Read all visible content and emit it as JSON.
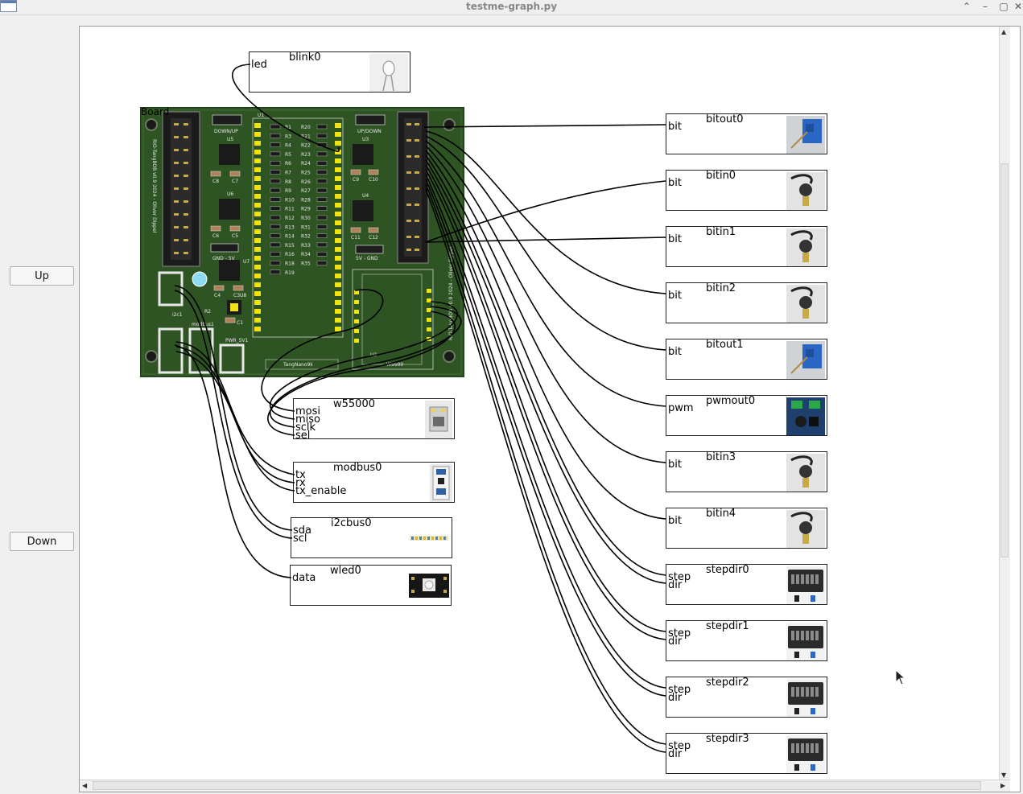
{
  "window": {
    "title": "testme-graph.py",
    "minimize_icon": "minimize-icon",
    "maximize_icon": "maximize-icon",
    "collapse_icon": "chevron-up-icon"
  },
  "side_buttons": {
    "up": "Up",
    "down": "Down"
  },
  "board": {
    "label": "Board",
    "silk": {
      "u1": "U1",
      "u3": "U3",
      "u4": "U4",
      "u5": "U5",
      "u6": "U6",
      "u7": "U7",
      "u2": "U2",
      "down_up": "DOWN/UP",
      "up_down": "UP/DOWN",
      "gnd_5v": "GND - 5V",
      "v5_gnd": "5V - GND",
      "tangnano": "TangNano9k",
      "w5500": "W5500",
      "i2c1": "i2c1",
      "modbus1": "modbus1",
      "pwr": "PWR_5V1",
      "c8": "C8",
      "c7": "C7",
      "c6": "C6",
      "c5": "C5",
      "c9": "C9",
      "c10": "C10",
      "c11": "C11",
      "c12": "C12",
      "c1": "C1",
      "c4": "C4",
      "c3u8": "C3U8",
      "r2": "R2",
      "side_left": "RIO-TangBOB v0.9 2024 - Oliver Dippel",
      "side_right": "RIO-TangBOB v0.9 2024 - Oliver Dippel",
      "resistors_left": [
        "R1",
        "R3",
        "R4",
        "R5",
        "R6",
        "R7",
        "R8",
        "R9",
        "R10",
        "R11",
        "R12",
        "R13",
        "R14",
        "R15",
        "R16",
        "R18",
        "R19"
      ],
      "resistors_right": [
        "R20",
        "R21",
        "R22",
        "R23",
        "R24",
        "R25",
        "R26",
        "R27",
        "R28",
        "R29",
        "R30",
        "R31",
        "R32",
        "R33",
        "R34",
        "R35"
      ]
    }
  },
  "nodes": [
    {
      "id": "blink0",
      "title": "blink0",
      "ports": [
        "led"
      ],
      "thumb": "led-icon"
    },
    {
      "id": "bitout0",
      "title": "bitout0",
      "ports": [
        "bit"
      ],
      "thumb": "relay-icon"
    },
    {
      "id": "bitin0",
      "title": "bitin0",
      "ports": [
        "bit"
      ],
      "thumb": "sensor-icon"
    },
    {
      "id": "bitin1",
      "title": "bitin1",
      "ports": [
        "bit"
      ],
      "thumb": "sensor-icon"
    },
    {
      "id": "bitin2",
      "title": "bitin2",
      "ports": [
        "bit"
      ],
      "thumb": "sensor-icon"
    },
    {
      "id": "bitout1",
      "title": "bitout1",
      "ports": [
        "bit"
      ],
      "thumb": "relay-icon"
    },
    {
      "id": "pwmout0",
      "title": "pwmout0",
      "ports": [
        "pwm"
      ],
      "thumb": "pwm-module-icon"
    },
    {
      "id": "bitin3",
      "title": "bitin3",
      "ports": [
        "bit"
      ],
      "thumb": "sensor-icon"
    },
    {
      "id": "bitin4",
      "title": "bitin4",
      "ports": [
        "bit"
      ],
      "thumb": "sensor-icon"
    },
    {
      "id": "stepdir0",
      "title": "stepdir0",
      "ports": [
        "step",
        "dir"
      ],
      "thumb": "stepper-driver-icon"
    },
    {
      "id": "stepdir1",
      "title": "stepdir1",
      "ports": [
        "step",
        "dir"
      ],
      "thumb": "stepper-driver-icon"
    },
    {
      "id": "stepdir2",
      "title": "stepdir2",
      "ports": [
        "step",
        "dir"
      ],
      "thumb": "stepper-driver-icon"
    },
    {
      "id": "stepdir3",
      "title": "stepdir3",
      "ports": [
        "step",
        "dir"
      ],
      "thumb": "stepper-driver-icon"
    },
    {
      "id": "w55000",
      "title": "w55000",
      "ports": [
        "mosi",
        "miso",
        "sclk",
        "sel"
      ],
      "thumb": "ethernet-jack-icon"
    },
    {
      "id": "modbus0",
      "title": "modbus0",
      "ports": [
        "tx",
        "rx",
        "tx_enable"
      ],
      "thumb": "rs485-module-icon"
    },
    {
      "id": "i2cbus0",
      "title": "i2cbus0",
      "ports": [
        "sda",
        "scl"
      ],
      "thumb": "i2c-strip-icon"
    },
    {
      "id": "wled0",
      "title": "wled0",
      "ports": [
        "data"
      ],
      "thumb": "ws2812-led-icon"
    }
  ],
  "colors": {
    "pcb": "#2f5423",
    "pcb_dark": "#1c3515",
    "pad": "#f2e30c",
    "silk": "#e8e8e8",
    "wire": "#000000"
  }
}
